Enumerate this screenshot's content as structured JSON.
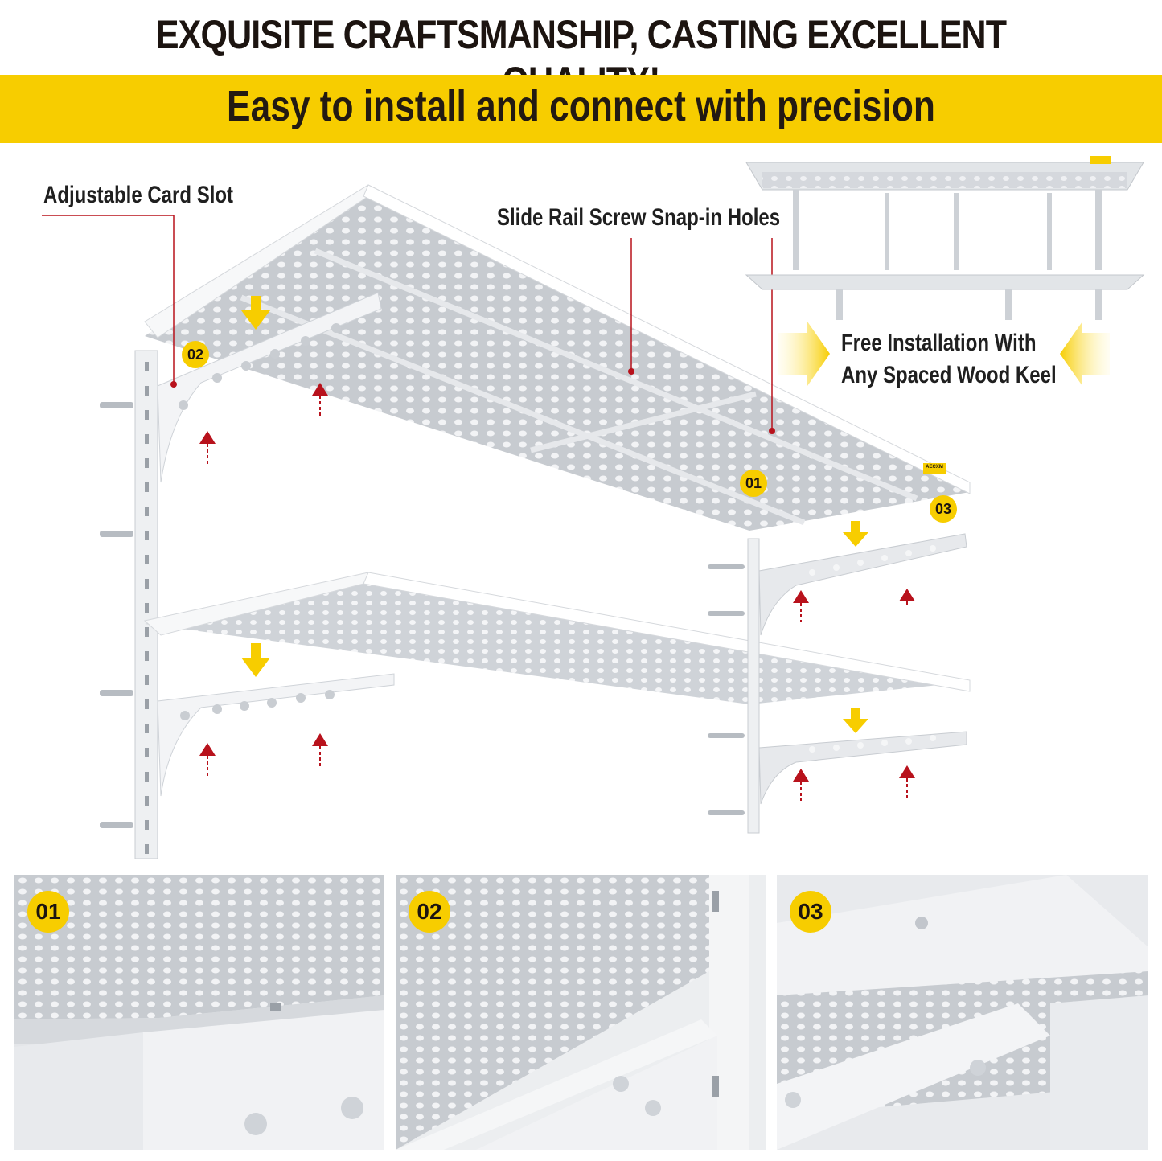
{
  "header": {
    "title": "EXQUISITE CRAFTSMANSHIP, CASTING EXCELLENT QUALITY!",
    "subtitle": "Easy to install and connect with precision"
  },
  "callouts": {
    "card_slot": "Adjustable Card Slot",
    "slide_rail": "Slide Rail Screw Snap-in Holes",
    "free_install_line1": "Free Installation With",
    "free_install_line2": "Any Spaced Wood Keel"
  },
  "badges": {
    "b01": "01",
    "b02": "02",
    "b03": "03"
  },
  "brand": {
    "tag": "AECXM"
  },
  "details": [
    {
      "label": "01"
    },
    {
      "label": "02"
    },
    {
      "label": "03"
    }
  ],
  "colors": {
    "accent_yellow": "#f7cd00",
    "arrow_red": "#b8121c",
    "text_dark": "#1c1410",
    "steel": "#c9cdd2"
  },
  "icons": {
    "insert_arrow": "yellow-down-arrow-icon",
    "screw_arrow": "red-up-arrow-icon",
    "inward_arrow": "yellow-inward-arrow-icon"
  }
}
